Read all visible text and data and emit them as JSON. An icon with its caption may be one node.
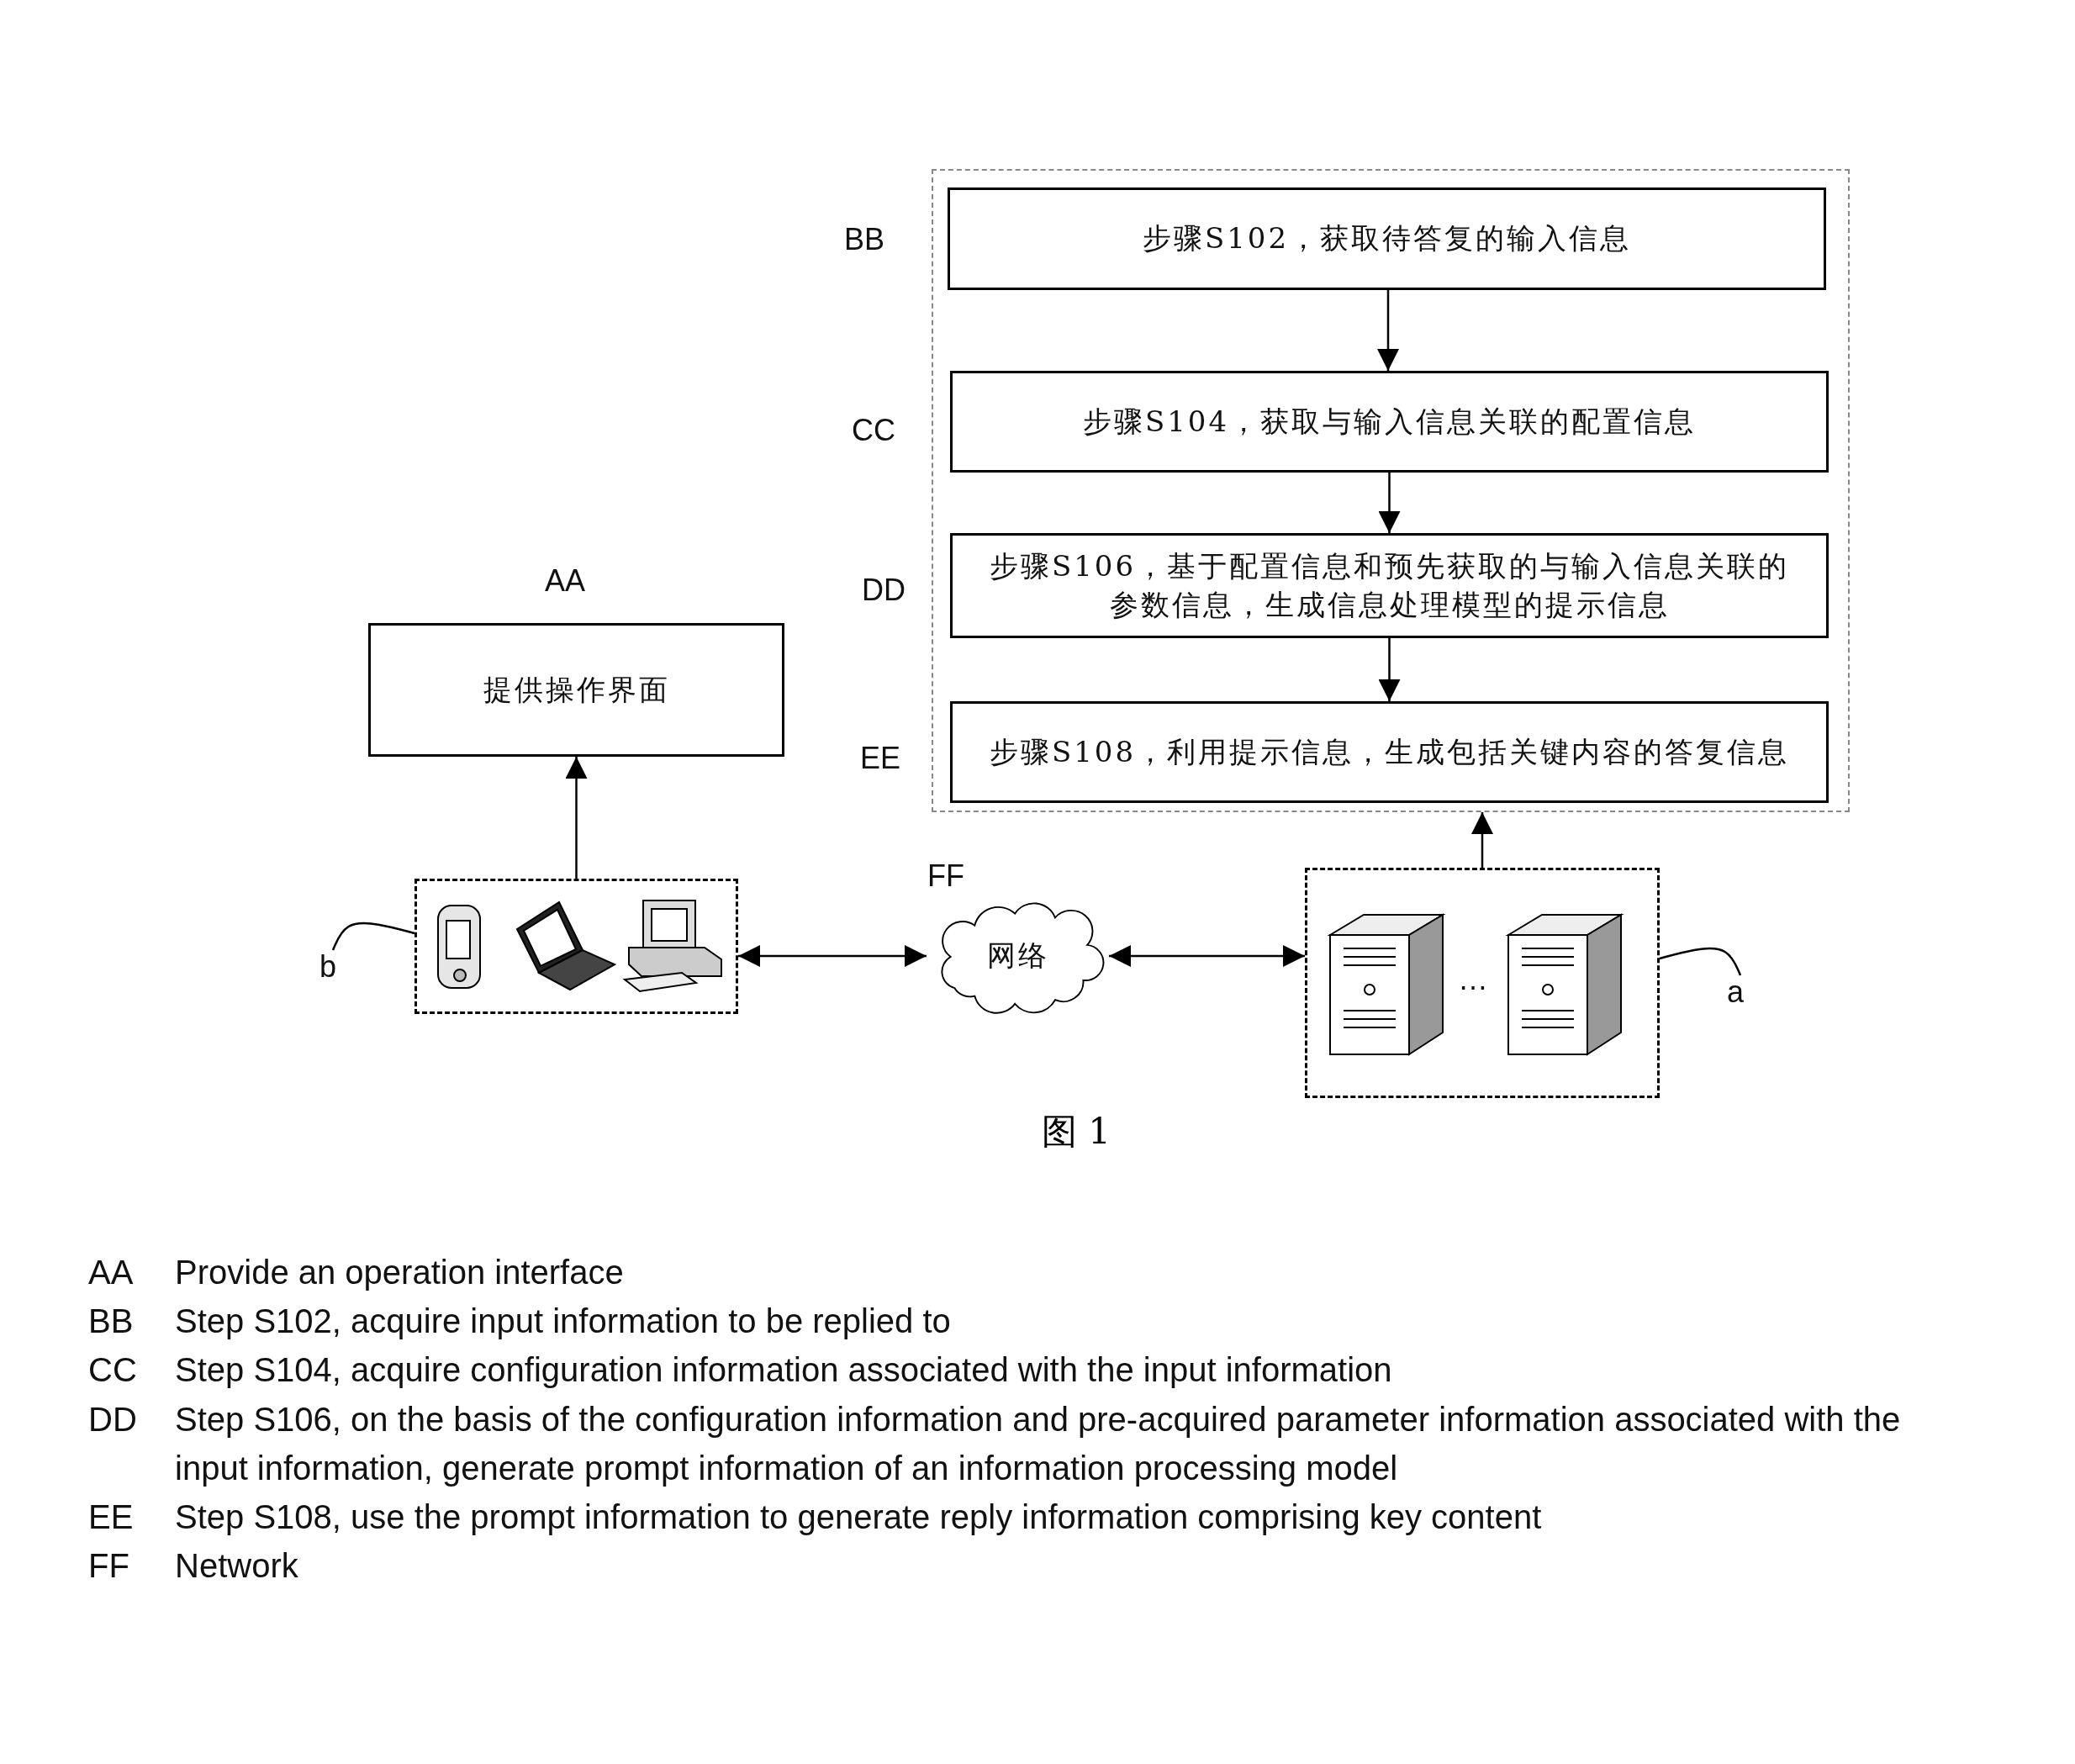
{
  "diagram": {
    "caption": "图 1",
    "nodes": [
      {
        "text": [],
        "shape": "box"
      },
      {
        "text": [
          "步骤S102，获取待答复的输入信息"
        ],
        "in": 0,
        "beside": [
          "BB"
        ]
      },
      {
        "text": [
          "步骤S104，获取与输入信息关联的配置信息"
        ],
        "in": 0,
        "beside": [
          "CC"
        ]
      },
      {
        "text": [
          "步骤S106，基于配置信息和预先获取的与输入信息关联的参数信息，生成信息处理模型的提示信息"
        ],
        "in": 0,
        "beside": [
          "DD"
        ]
      },
      {
        "text": [
          "步骤S108，利用提示信息，生成包括关键内容的答复信息"
        ],
        "in": 0,
        "beside": [
          "EE"
        ]
      },
      {
        "text": [
          "提供操作界面"
        ],
        "beside": [
          "AA"
        ]
      },
      {
        "text": [],
        "shape": "box"
      },
      {
        "text": [
          "网络"
        ],
        "beside": [
          "FF"
        ]
      },
      {
        "text": [],
        "shape": "box"
      },
      {
        "text": [
          "b"
        ]
      },
      {
        "text": [
          "a"
        ]
      }
    ],
    "edges": [
      {
        "from": 1,
        "to": 2,
        "arrow": "to"
      },
      {
        "from": 2,
        "to": 3,
        "arrow": "to"
      },
      {
        "from": 3,
        "to": 4,
        "arrow": "to"
      },
      {
        "from": 6,
        "to": 5,
        "arrow": "to"
      },
      {
        "from": 6,
        "to": 7,
        "arrow": "both"
      },
      {
        "from": 7,
        "to": 8,
        "arrow": "both"
      },
      {
        "from": 8,
        "to": 0,
        "arrow": "to"
      },
      {
        "from": 9,
        "to": 6,
        "arrow": "none"
      },
      {
        "from": 10,
        "to": 8,
        "arrow": "none"
      }
    ],
    "labels": [
      "…",
      "AA",
      "Provide an operation interface",
      "BB",
      "Step S102, acquire input information to be replied to",
      "CC",
      "Step S104, acquire configuration information associated with the input information",
      "DD",
      "Step S106, on the basis of the configuration information and pre-acquired parameter information associated with the input information, generate prompt information of an information processing model",
      "EE",
      "Step S108, use the prompt information to generate reply information comprising key content",
      "FF",
      "Network"
    ]
  }
}
